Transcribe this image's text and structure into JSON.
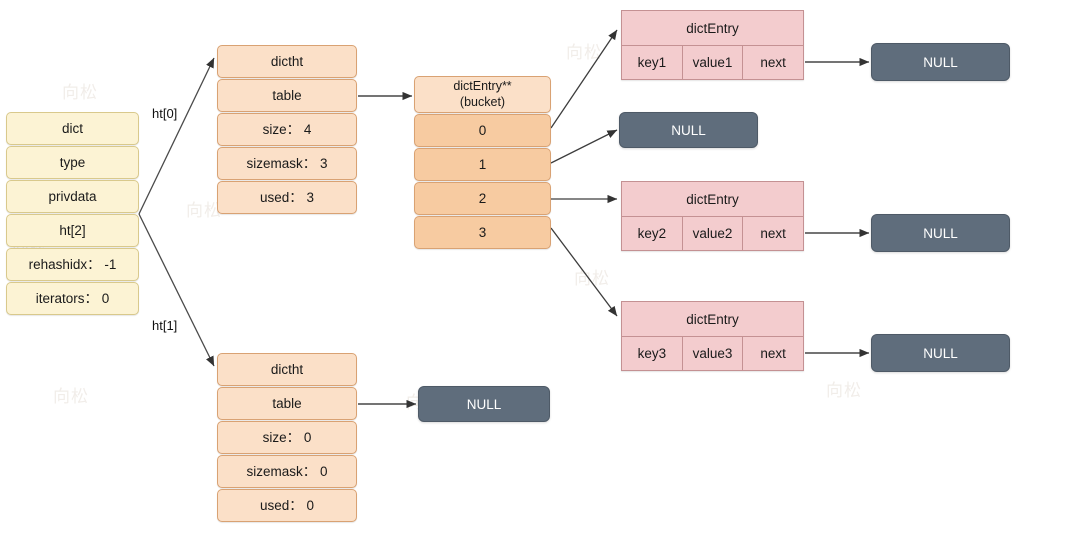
{
  "diagram": {
    "title": "redis dict / dictht / dictEntry structure",
    "colors": {
      "dict_fill": "#fcf3d4",
      "dict_stroke": "#d9c98c",
      "dictht_fill": "#fbe0c8",
      "bucket_fill": "#f7cba1",
      "bucket_stroke": "#d9a273",
      "entry_fill": "#f3ccce",
      "entry_stroke": "#c49193",
      "null_fill": "#5f6d7c",
      "arrow": "#333333",
      "background": "#ffffff"
    }
  },
  "dict_struct": {
    "name": "dict",
    "rows": [
      {
        "label": "dict"
      },
      {
        "label": "type"
      },
      {
        "label": "privdata"
      },
      {
        "label": "ht[2]"
      },
      {
        "label": "rehashidx： -1"
      },
      {
        "label": "iterators： 0"
      }
    ]
  },
  "edge_labels": {
    "ht0": "ht[0]",
    "ht1": "ht[1]"
  },
  "dictht_0": {
    "name": "dictht-ht0",
    "rows": [
      {
        "label": "dictht"
      },
      {
        "label": "table"
      },
      {
        "label": "size： 4"
      },
      {
        "label": "sizemask： 3"
      },
      {
        "label": "used： 3"
      }
    ]
  },
  "dictht_1": {
    "name": "dictht-ht1",
    "rows": [
      {
        "label": "dictht"
      },
      {
        "label": "table"
      },
      {
        "label": "size： 0"
      },
      {
        "label": "sizemask： 0"
      },
      {
        "label": "used： 0"
      }
    ]
  },
  "bucket": {
    "header_line1": "dictEntry**",
    "header_line2": "(bucket)",
    "header": "dictEntry**\n(bucket)",
    "slots": [
      {
        "index": "0"
      },
      {
        "index": "1"
      },
      {
        "index": "2"
      },
      {
        "index": "3"
      }
    ]
  },
  "entries": [
    {
      "id": "entry-1",
      "header": "dictEntry",
      "key": "key1",
      "value": "value1",
      "next": "next"
    },
    {
      "id": "entry-2",
      "header": "dictEntry",
      "key": "key2",
      "value": "value2",
      "next": "next"
    },
    {
      "id": "entry-3",
      "header": "dictEntry",
      "key": "key3",
      "value": "value3",
      "next": "next"
    }
  ],
  "null_nodes": [
    {
      "id": "null-entry1-next",
      "label": "NULL"
    },
    {
      "id": "null-bucket1",
      "label": "NULL"
    },
    {
      "id": "null-entry2-next",
      "label": "NULL"
    },
    {
      "id": "null-ht1-table",
      "label": "NULL"
    },
    {
      "id": "null-entry3-next",
      "label": "NULL"
    }
  ],
  "watermarks": [
    {
      "text": "向松"
    },
    {
      "text": "向松"
    },
    {
      "text": "向松"
    },
    {
      "text": "向松"
    },
    {
      "text": "向松"
    },
    {
      "text": "向松"
    },
    {
      "text": "向松"
    },
    {
      "text": "向松"
    }
  ]
}
